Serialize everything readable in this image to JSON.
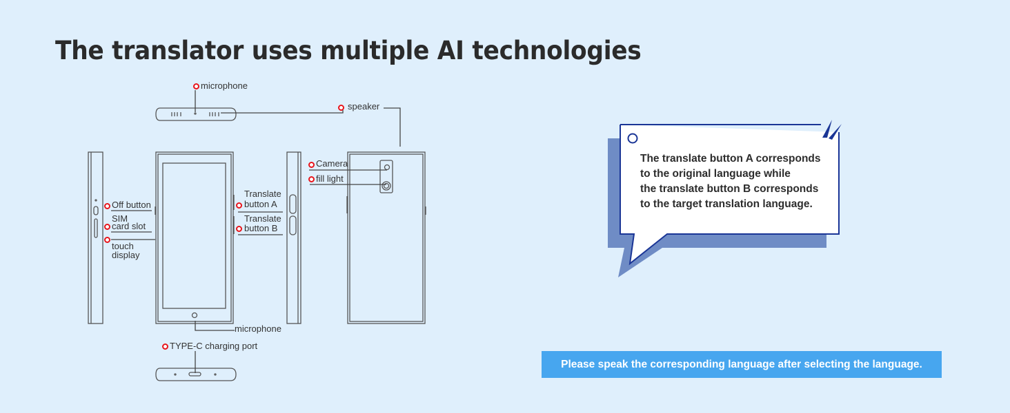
{
  "title": "The translator uses multiple AI technologies",
  "labels": {
    "microphone_top": "microphone",
    "speaker": "speaker",
    "camera": "Camera",
    "fill_light": "fill light",
    "off_button": "Off button",
    "sim": "SIM",
    "card_slot": "card slot",
    "touch": "touch",
    "display": "display",
    "translate_a_1": "Translate",
    "translate_a_2": "button A",
    "translate_b_1": "Translate",
    "translate_b_2": "button B",
    "microphone_bottom": "microphone",
    "type_c": "TYPE-C charging port"
  },
  "bubble": {
    "lines": [
      "The translate button A corresponds",
      "to the original language while",
      "the translate button B corresponds",
      "to the target translation language."
    ]
  },
  "banner": "Please speak the corresponding language after selecting the language.",
  "colors": {
    "background": "#dfeffc",
    "accent_blue": "#1a3596",
    "shadow_blue": "#6f8cc5",
    "banner": "#47a6ef",
    "marker_red": "#e8141b"
  }
}
